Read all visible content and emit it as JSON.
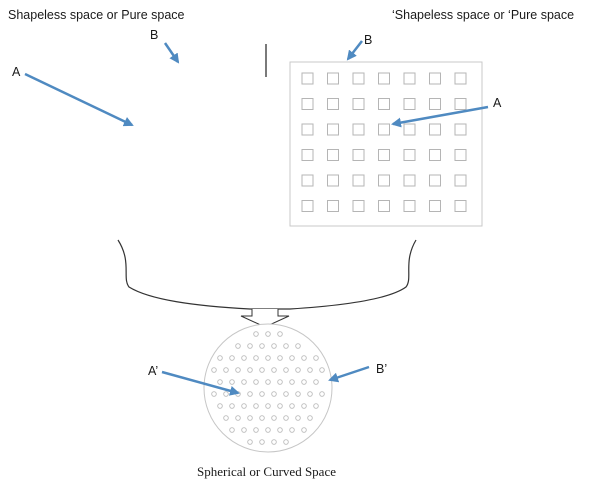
{
  "labels": {
    "left_title": "Shapeless space or Pure space",
    "right_title": "‘Shapeless space or ‘Pure space",
    "left_b": "B",
    "left_a": "A",
    "right_b": "B",
    "right_a": "A",
    "sphere_a": "A’",
    "sphere_b": "B’",
    "caption": "Spherical or Curved Space"
  },
  "colors": {
    "arrow": "#4f8ac1",
    "grid_border": "#c9c9c9",
    "grid_cell": "#b5b5b5",
    "sphere_border": "#c6c6c6",
    "sphere_dot": "#bcbcbc",
    "line": "#333333"
  },
  "grid": {
    "rows": 6,
    "cols": 7
  }
}
